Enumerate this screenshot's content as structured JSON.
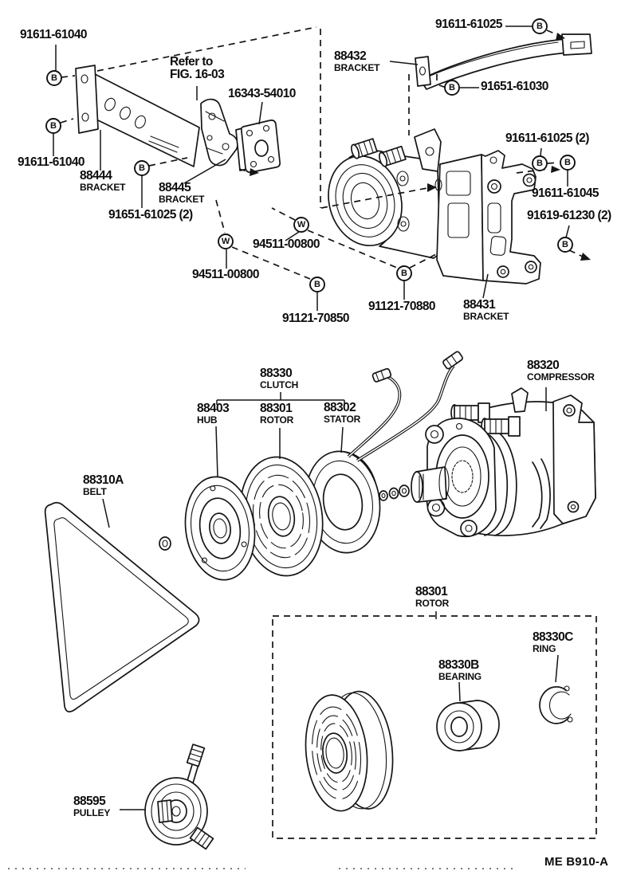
{
  "page": {
    "doc_code": "ME  B910-A",
    "background": "#ffffff",
    "ink": "#151515"
  },
  "symbols": {
    "bolt": "B",
    "washer": "W"
  },
  "note": {
    "line1": "Refer to",
    "line2": "FIG. 16-03"
  },
  "parts": {
    "p88444": {
      "num": "88444",
      "name": "BRACKET"
    },
    "p88445": {
      "num": "88445",
      "name": "BRACKET"
    },
    "p88432": {
      "num": "88432",
      "name": "BRACKET"
    },
    "p88431": {
      "num": "88431",
      "name": "BRACKET"
    },
    "p88330": {
      "num": "88330",
      "name": "CLUTCH"
    },
    "p88403": {
      "num": "88403",
      "name": "HUB"
    },
    "p88301_mid": {
      "num": "88301",
      "name": "ROTOR"
    },
    "p88302": {
      "num": "88302",
      "name": "STATOR"
    },
    "p88320": {
      "num": "88320",
      "name": "COMPRESSOR"
    },
    "p88310A": {
      "num": "88310A",
      "name": "BELT"
    },
    "p88301_kit": {
      "num": "88301",
      "name": "ROTOR"
    },
    "p88330B": {
      "num": "88330B",
      "name": "BEARING"
    },
    "p88330C": {
      "num": "88330C",
      "name": "RING"
    },
    "p88595": {
      "num": "88595",
      "name": "PULLEY"
    }
  },
  "fasteners": {
    "f91611_61040_top": "91611-61040",
    "f91611_61040_left": "91611-61040",
    "f16343_54010": "16343-54010",
    "f91651_61025": "91651-61025 (2)",
    "f91611_61025_top": "91611-61025",
    "f91651_61030": "91651-61030",
    "f91611_61025_2": "91611-61025 (2)",
    "f91611_61045": "91611-61045",
    "f91619_61230": "91619-61230 (2)",
    "f94511_00800_a": "94511-00800",
    "f94511_00800_b": "94511-00800",
    "f91121_70850": "91121-70850",
    "f91121_70880": "91121-70880"
  }
}
